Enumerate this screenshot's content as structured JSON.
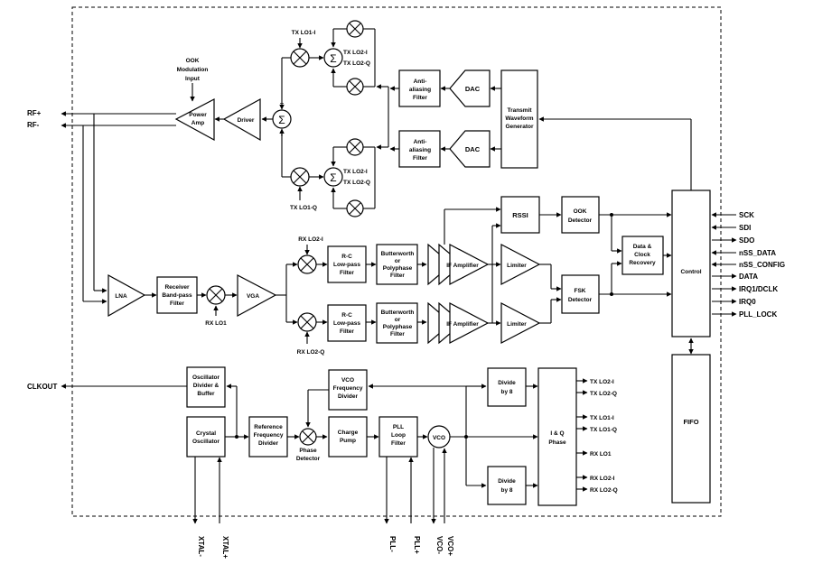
{
  "blocks": {
    "ook_input": [
      "OOK",
      "Modulation",
      "Input"
    ],
    "power_amp": [
      "Power",
      "Amp"
    ],
    "driver": "Driver",
    "sigma": "Σ",
    "anti_alias_top": [
      "Anti-",
      "aliasing",
      "Filter"
    ],
    "anti_alias_bot": [
      "Anti-",
      "aliasing",
      "Filter"
    ],
    "dac_top": "DAC",
    "dac_bot": "DAC",
    "twg": [
      "Transmit",
      "Waveform",
      "Generator"
    ],
    "lna": "LNA",
    "receiver_filter": [
      "Receiver",
      "Band-pass",
      "Filter"
    ],
    "vga": "VGA",
    "rc_top": [
      "R-C",
      "Low-pass",
      "Filter"
    ],
    "rc_bot": [
      "R-C",
      "Low-pass",
      "Filter"
    ],
    "butter_top": [
      "Butterworth",
      "or",
      "Polyphase",
      "Filter"
    ],
    "butter_bot": [
      "Butterworth",
      "or",
      "Polyphase",
      "Filter"
    ],
    "if_top": "IF Amplifier",
    "if_bot": "IF Amplifier",
    "limiter_top": "Limiter",
    "limiter_bot": "Limiter",
    "rssi": "RSSI",
    "ook_det": [
      "OOK",
      "Detector"
    ],
    "fsk_det": [
      "FSK",
      "Detector"
    ],
    "dcr": [
      "Data &",
      "Clock",
      "Recovery"
    ],
    "control": "Control",
    "fifo": "FIFO",
    "osc_div": [
      "Oscillator",
      "Divider &",
      "Buffer"
    ],
    "crystal": [
      "Crystal",
      "Oscillator"
    ],
    "ref_div": [
      "Reference",
      "Frequency",
      "Divider"
    ],
    "phase_det": [
      "Phase",
      "Detector"
    ],
    "vco_div": [
      "VCO",
      "Frequency",
      "Divider"
    ],
    "charge_pump": [
      "Charge",
      "Pump"
    ],
    "pll_filter": [
      "PLL",
      "Loop",
      "Filter"
    ],
    "vco": "VCO",
    "div8_top": [
      "Divide",
      "by 8"
    ],
    "div8_bot": [
      "Divide",
      "by 8"
    ],
    "iq_phase": [
      "I & Q",
      "Phase"
    ]
  },
  "signals": {
    "tx_lo1_i": "TX LO1-I",
    "tx_lo1_q": "TX LO1-Q",
    "tx_lo2_i_top": "TX LO2-I",
    "tx_lo2_q_top": "TX LO2-Q",
    "tx_lo2_i_bot": "TX LO2-I",
    "tx_lo2_q_bot": "TX LO2-Q",
    "rx_lo1": "RX LO1",
    "rx_lo2_i": "RX LO2-I",
    "rx_lo2_q": "RX LO2-Q"
  },
  "pins": {
    "rf_plus": "RF+",
    "rf_minus": "RF-",
    "clkout": "CLKOUT",
    "xtal_minus": "XTAL-",
    "xtal_plus": "XTAL+",
    "pll_minus": "PLL-",
    "pll_plus": "PLL+",
    "vco_minus": "VCO-",
    "vco_plus": "VCO+",
    "control_pins": [
      "SCK",
      "SDI",
      "SDO",
      "nSS_DATA",
      "nSS_CONFIG",
      "DATA",
      "IRQ1/DCLK",
      "IRQ0",
      "PLL_LOCK"
    ],
    "iq_outputs": [
      "TX LO2-I",
      "TX LO2-Q",
      "TX LO1-I",
      "TX LO1-Q",
      "RX LO1",
      "RX LO2-I",
      "RX LO2-Q"
    ]
  }
}
